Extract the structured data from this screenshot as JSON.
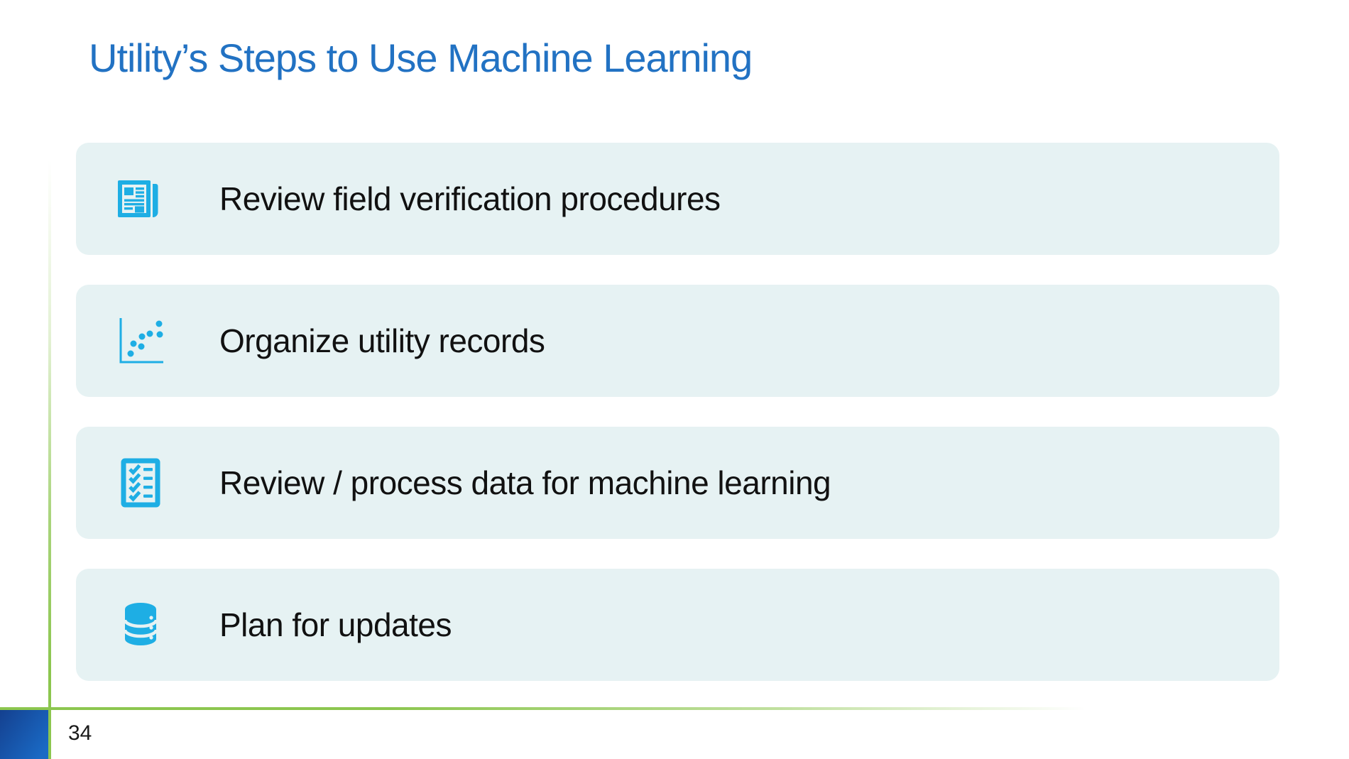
{
  "slide": {
    "title": "Utility’s Steps to Use Machine Learning",
    "page_number": "34",
    "steps": [
      {
        "label": "Review field verification procedures",
        "icon": "newspaper-icon"
      },
      {
        "label": "Organize utility records",
        "icon": "scatter-plot-icon"
      },
      {
        "label": "Review / process data for machine learning",
        "icon": "checklist-icon"
      },
      {
        "label": "Plan for updates",
        "icon": "database-icon"
      }
    ],
    "colors": {
      "title": "#2272C3",
      "icon": "#1EAEE4",
      "row_bg": "#E6F2F3",
      "accent_green": "#8CC64F",
      "corner_blue_1": "#14408F",
      "corner_blue_2": "#1A6AC5",
      "body_text": "#111111"
    }
  }
}
